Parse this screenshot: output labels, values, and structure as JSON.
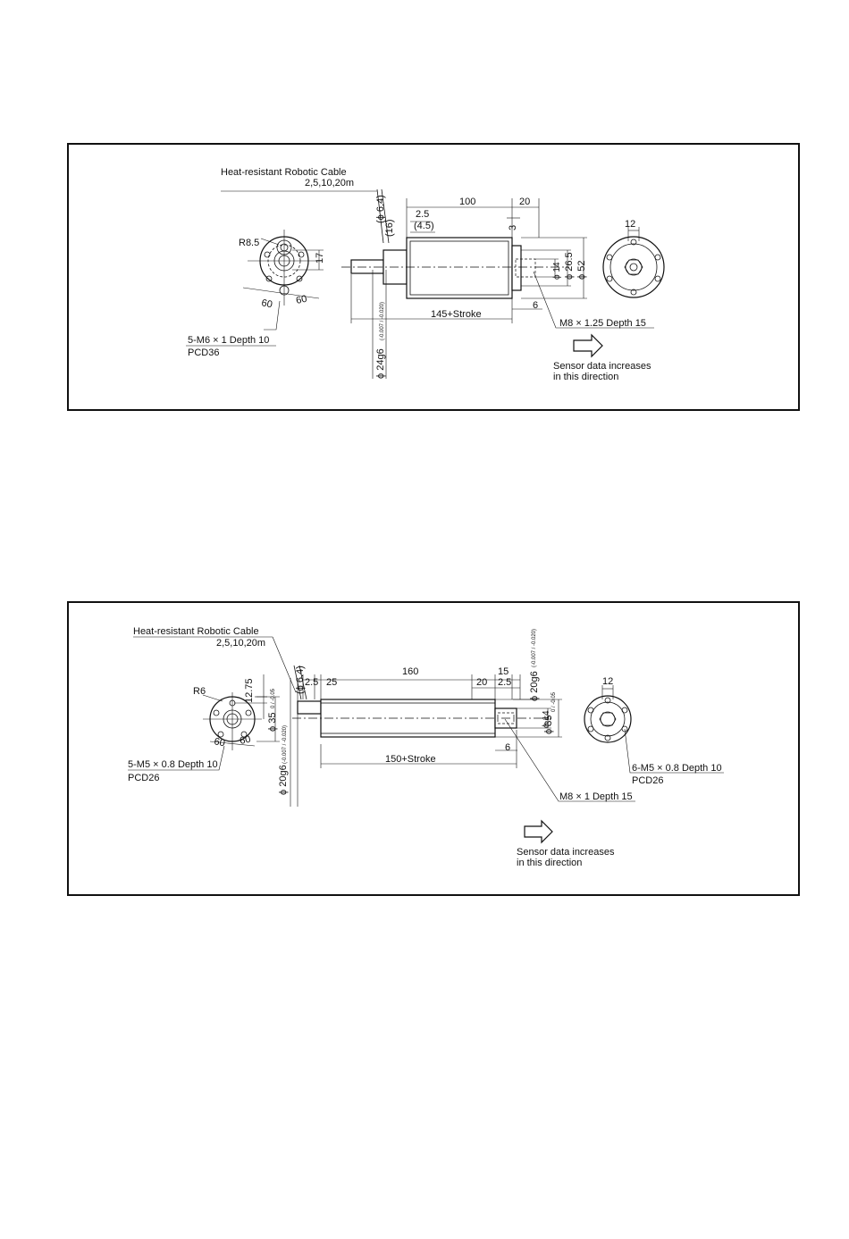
{
  "drawing1": {
    "cable_label": "Heat-resistant Robotic Cable",
    "cable_lengths": "2,5,10,20m",
    "dim_cable_dia": "(ϕ 6.4)",
    "dim_16": "(16)",
    "dim_2_5": "2.5",
    "dim_4_5": "(4.5)",
    "dim_100": "100",
    "dim_20": "20",
    "dim_3": "3",
    "dim_12": "12",
    "dim_R8_5": "R8.5",
    "dim_17": "17",
    "dim_60_left": "60",
    "dim_60_right": "60",
    "dim_phi14": "ϕ 14",
    "dim_phi26_5": "ϕ 26.5",
    "dim_phi52": "ϕ 52",
    "dim_6": "6",
    "dim_stroke": "145+Stroke",
    "dim_shaft": "ϕ 24g6",
    "dim_shaft_tol": "(-0.007 / -0.020)",
    "thread_label": "M8 × 1.25 Depth 15",
    "mount_label": "5-M6 × 1  Depth 10",
    "pcd_label": "PCD36",
    "sensor_line1": "Sensor data increases",
    "sensor_line2": "in this direction"
  },
  "drawing2": {
    "cable_label": "Heat-resistant Robotic Cable",
    "cable_lengths": "2,5,10,20m",
    "dim_cable_dia": "(ϕ 6.4)",
    "dim_2_5_left": "2.5",
    "dim_25": "25",
    "dim_160": "160",
    "dim_15": "15",
    "dim_20": "20",
    "dim_2_5_right": "2.5",
    "dim_shaft_top": "ϕ 20g6",
    "dim_shaft_top_tol": "(-0.007 / -0.020)",
    "dim_12": "12",
    "dim_R6": "R6",
    "dim_12_75": "12.75",
    "dim_phi35_left": "ϕ 35",
    "dim_phi35_left_tol": "0 / -0.05",
    "dim_60_left": "60",
    "dim_60_right": "60",
    "dim_phi14": "ϕ 14",
    "dim_phi35_right": "ϕ 35",
    "dim_phi35_right_tol": "0 / -0.05",
    "dim_6": "6",
    "dim_stroke": "150+Stroke",
    "dim_shaft": "ϕ 20g6",
    "dim_shaft_tol": "(-0.007 / -0.020)",
    "mount_label_left": "5-M5 × 0.8 Depth 10",
    "pcd_label_left": "PCD26",
    "mount_label_right": "6-M5 × 0.8 Depth 10",
    "pcd_label_right": "PCD26",
    "thread_label": "M8 × 1 Depth 15",
    "sensor_line1": "Sensor data increases",
    "sensor_line2": "in this direction"
  }
}
